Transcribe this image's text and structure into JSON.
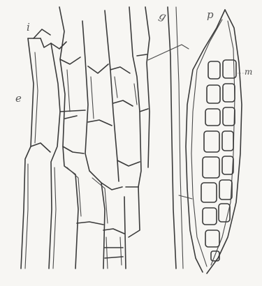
{
  "figure": {
    "labels": {
      "i": "i",
      "g": "g",
      "p": "p",
      "e": "e",
      "m": "m"
    }
  }
}
